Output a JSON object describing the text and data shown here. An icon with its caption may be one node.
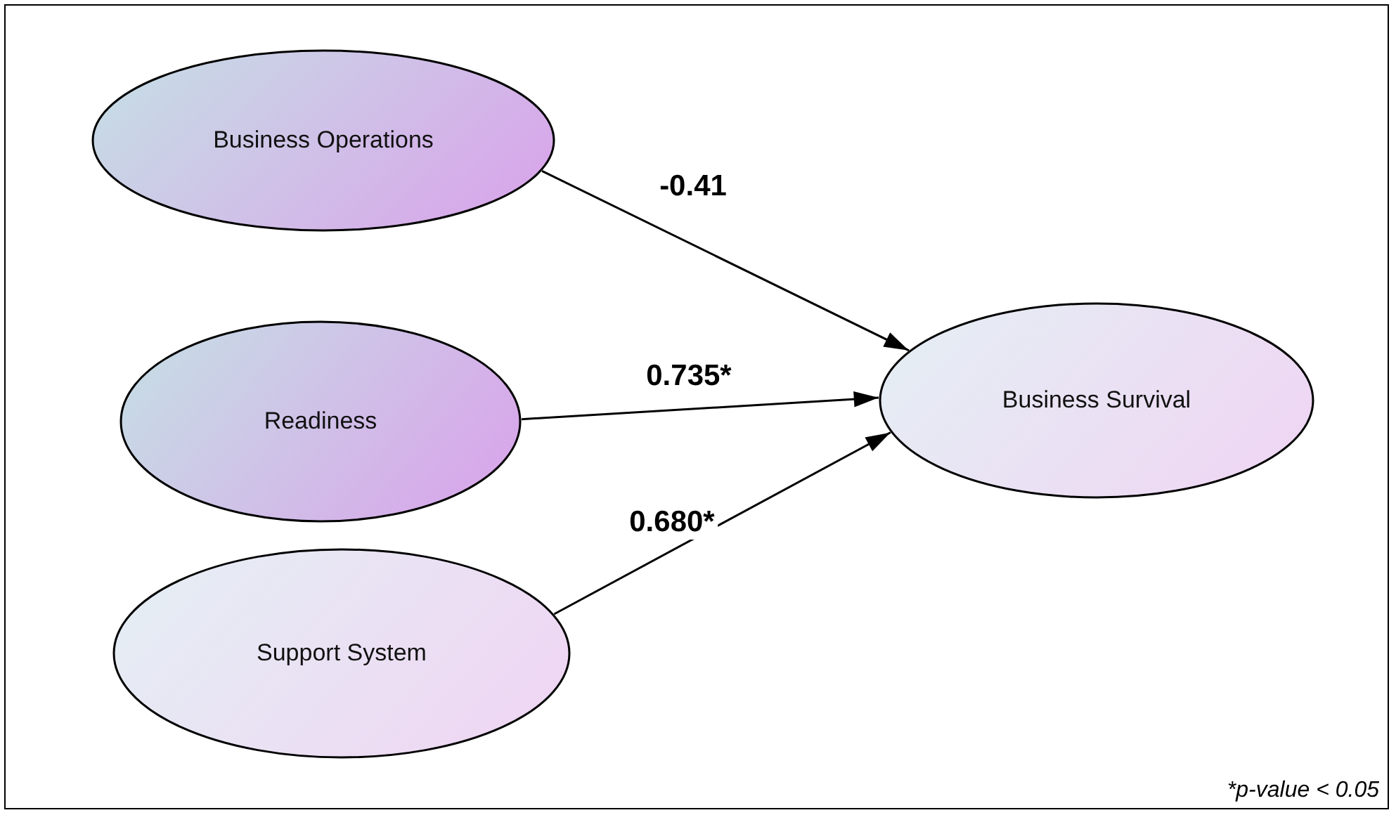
{
  "diagram": {
    "nodes": [
      {
        "text": [
          "Business Operations"
        ]
      },
      {
        "text": [
          "Readiness"
        ]
      },
      {
        "text": [
          "Support System"
        ]
      },
      {
        "text": [
          "Business Survival"
        ]
      }
    ],
    "edges": [
      {
        "from": 0,
        "to": 3,
        "arrow": "to",
        "label": "-0.41"
      },
      {
        "from": 1,
        "to": 3,
        "arrow": "to",
        "label": "0.735*"
      },
      {
        "from": 2,
        "to": 3,
        "arrow": "to",
        "label": "0.680*"
      }
    ],
    "labels": [
      "*p-value < 0.05"
    ]
  }
}
